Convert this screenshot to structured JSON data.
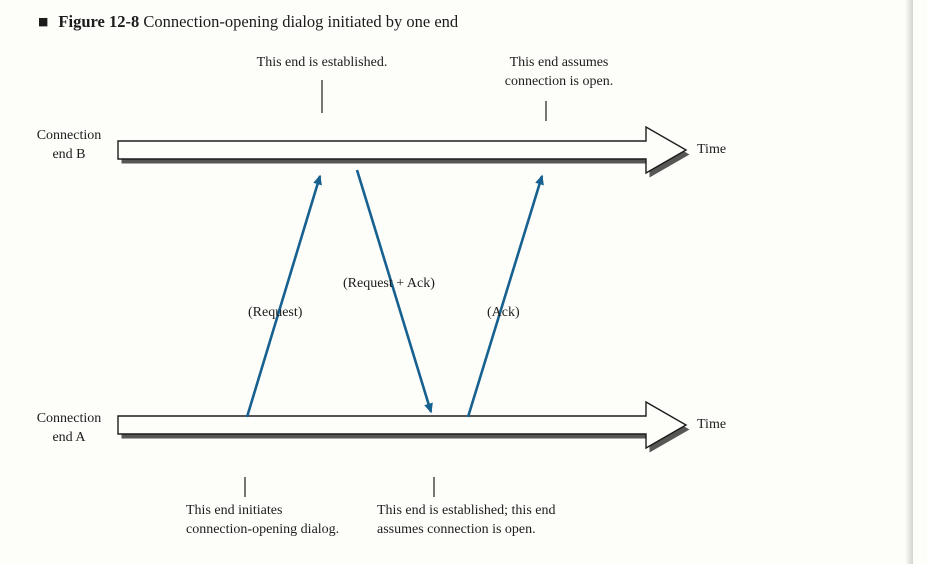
{
  "caption": {
    "bullet": "■",
    "figure_label": "Figure 12-8",
    "title": "Connection-opening dialog initiated by one end"
  },
  "diagram": {
    "arrow_color": "#16618f",
    "timeline_b": {
      "label_line1": "Connection",
      "label_line2": "end B",
      "time_label": "Time"
    },
    "timeline_a": {
      "label_line1": "Connection",
      "label_line2": "end A",
      "time_label": "Time"
    },
    "messages": [
      {
        "label": "(Request)"
      },
      {
        "label": "(Request + Ack)"
      },
      {
        "label": "(Ack)"
      }
    ],
    "annotations": {
      "top_left": "This end is established.",
      "top_right_line1": "This end assumes",
      "top_right_line2": "connection is open.",
      "bottom_left_line1": "This end initiates",
      "bottom_left_line2": "connection-opening dialog.",
      "bottom_right_line1": "This end is established; this end",
      "bottom_right_line2": "assumes connection is open."
    }
  }
}
